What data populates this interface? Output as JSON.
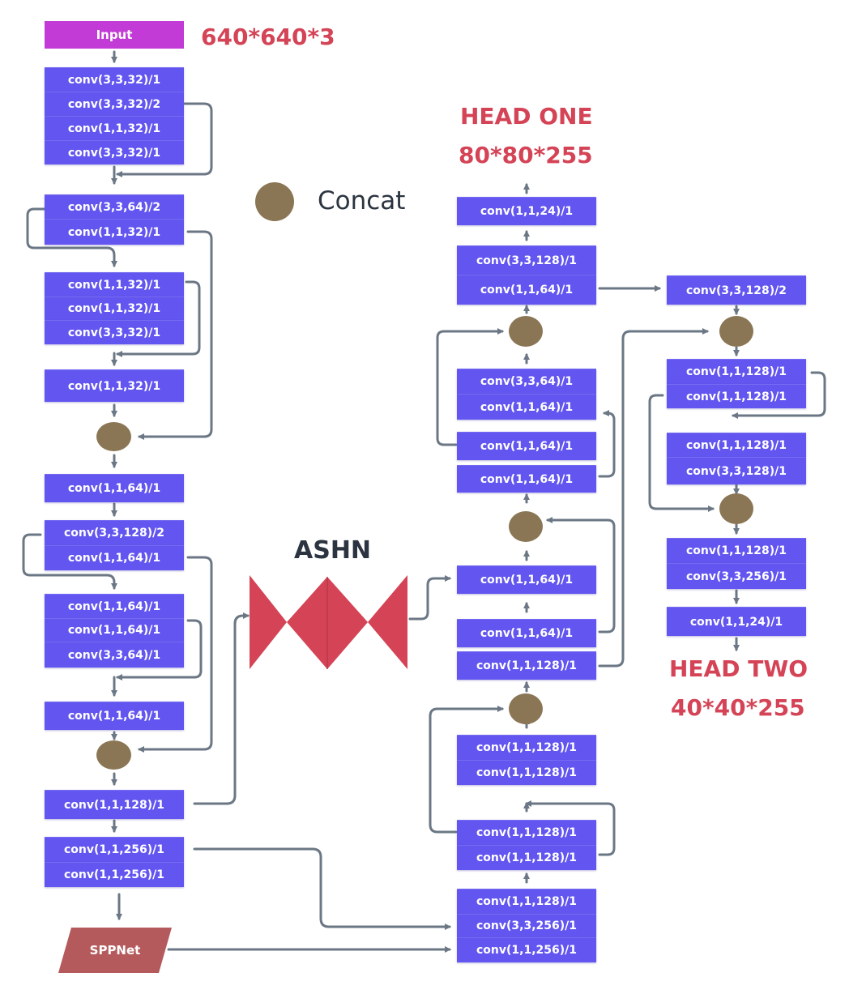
{
  "input": {
    "label": "Input",
    "size": "640*640*3"
  },
  "legend": {
    "concat_label": "Concat"
  },
  "ashn_label": "ASHN",
  "head_one": {
    "title": "HEAD ONE",
    "size": "80*80*255"
  },
  "head_two": {
    "title": "HEAD TWO",
    "size": "40*40*255"
  },
  "sppnet_label": "SPPNet",
  "colors": {
    "box": "#6356f0",
    "input": "#c23bd6",
    "concat": "#8a7654",
    "arrow": "#6b7785",
    "accent": "#d44456",
    "sppnet": "#b55a5c"
  },
  "backbone": {
    "block1": [
      "conv(3,3,32)/1",
      "conv(3,3,32)/2",
      "conv(1,1,32)/1",
      "conv(3,3,32)/1"
    ],
    "block2": [
      "conv(3,3,64)/2",
      "conv(1,1,32)/1"
    ],
    "block3": [
      "conv(1,1,32)/1",
      "conv(1,1,32)/1",
      "conv(3,3,32)/1"
    ],
    "block4": [
      "conv(1,1,32)/1"
    ],
    "block5": [
      "conv(1,1,64)/1"
    ],
    "block6": [
      "conv(3,3,128)/2",
      "conv(1,1,64)/1"
    ],
    "block7": [
      "conv(1,1,64)/1",
      "conv(1,1,64)/1",
      "conv(3,3,64)/1"
    ],
    "block8": [
      "conv(1,1,64)/1"
    ],
    "block9": [
      "conv(1,1,128)/1"
    ],
    "block10": [
      "conv(1,1,256)/1",
      "conv(1,1,256)/1"
    ]
  },
  "neck": {
    "n1": [
      "conv(1,1,24)/1"
    ],
    "n2": [
      "conv(3,3,128)/1",
      "conv(1,1,64)/1"
    ],
    "n3": [
      "conv(3,3,64)/1",
      "conv(1,1,64)/1"
    ],
    "n4": [
      "conv(1,1,64)/1"
    ],
    "n5": [
      "conv(1,1,64)/1"
    ],
    "n6": [
      "conv(1,1,64)/1"
    ],
    "n7": [
      "conv(1,1,64)/1",
      "conv(1,1,128)/1"
    ],
    "n8": [
      "conv(1,1,128)/1",
      "conv(1,1,128)/1"
    ],
    "n9": [
      "conv(1,1,128)/1",
      "conv(1,1,128)/1"
    ],
    "n10": [
      "conv(1,1,128)/1",
      "conv(3,3,256)/1",
      "conv(1,1,256)/1"
    ]
  },
  "head2": {
    "h1": [
      "conv(3,3,128)/2"
    ],
    "h2": [
      "conv(1,1,128)/1",
      "conv(1,1,128)/1"
    ],
    "h3": [
      "conv(1,1,128)/1",
      "conv(3,3,128)/1"
    ],
    "h4": [
      "conv(1,1,128)/1",
      "conv(3,3,256)/1"
    ],
    "h5": [
      "conv(1,1,24)/1"
    ]
  }
}
